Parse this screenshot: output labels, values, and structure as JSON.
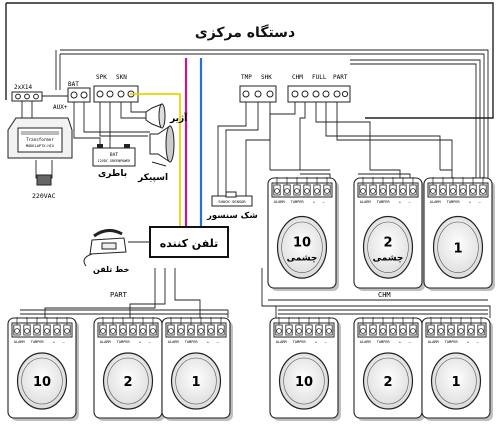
{
  "central_unit": {
    "title": "دستگاه مرکزی"
  },
  "terminals": {
    "aux": "AUX+",
    "bat": "BAT",
    "spk": "SPK",
    "skn": "SKN",
    "tmp": "TMP",
    "shk": "SHK",
    "chm": "CHM",
    "full": "FULL",
    "part": "PART"
  },
  "transformer": {
    "top_label": "2xX14",
    "plate_text_1": "Transformer",
    "plate_text_2": "MODELAPTX-HIX",
    "mains": "220VAC"
  },
  "battery": {
    "label": "باطری",
    "plate_text_1": "BAT",
    "plate_text_2": "12VDC GREENPOWER"
  },
  "siren": {
    "label": "آژیر"
  },
  "speaker": {
    "label": "اسپیکر"
  },
  "shock_sensor": {
    "label": "شک سنسور",
    "plate_text": "SHOCK SENSOR"
  },
  "dialer": {
    "label": "تلفن کننده"
  },
  "phone_line": {
    "label": "خط تلفن"
  },
  "group_labels": {
    "part": "PART",
    "chm": "CHM"
  },
  "detector_terminals": {
    "alarm": "ALARM",
    "tamper": "TAMPER",
    "plus": "+",
    "minus": "—"
  },
  "top_detectors": [
    {
      "number": "10",
      "caption": "چشمی"
    },
    {
      "number": "2",
      "caption": "چشمی"
    },
    {
      "number": "1",
      "caption": ""
    }
  ],
  "part_detectors": [
    {
      "number": "10"
    },
    {
      "number": "2"
    },
    {
      "number": "1"
    }
  ],
  "chm_detectors": [
    {
      "number": "10"
    },
    {
      "number": "2"
    },
    {
      "number": "1"
    }
  ],
  "colors": {
    "wire_magenta": "#c2188a",
    "wire_yellow": "#e8d400",
    "wire_blue": "#2a6fd6",
    "line": "#222222"
  }
}
